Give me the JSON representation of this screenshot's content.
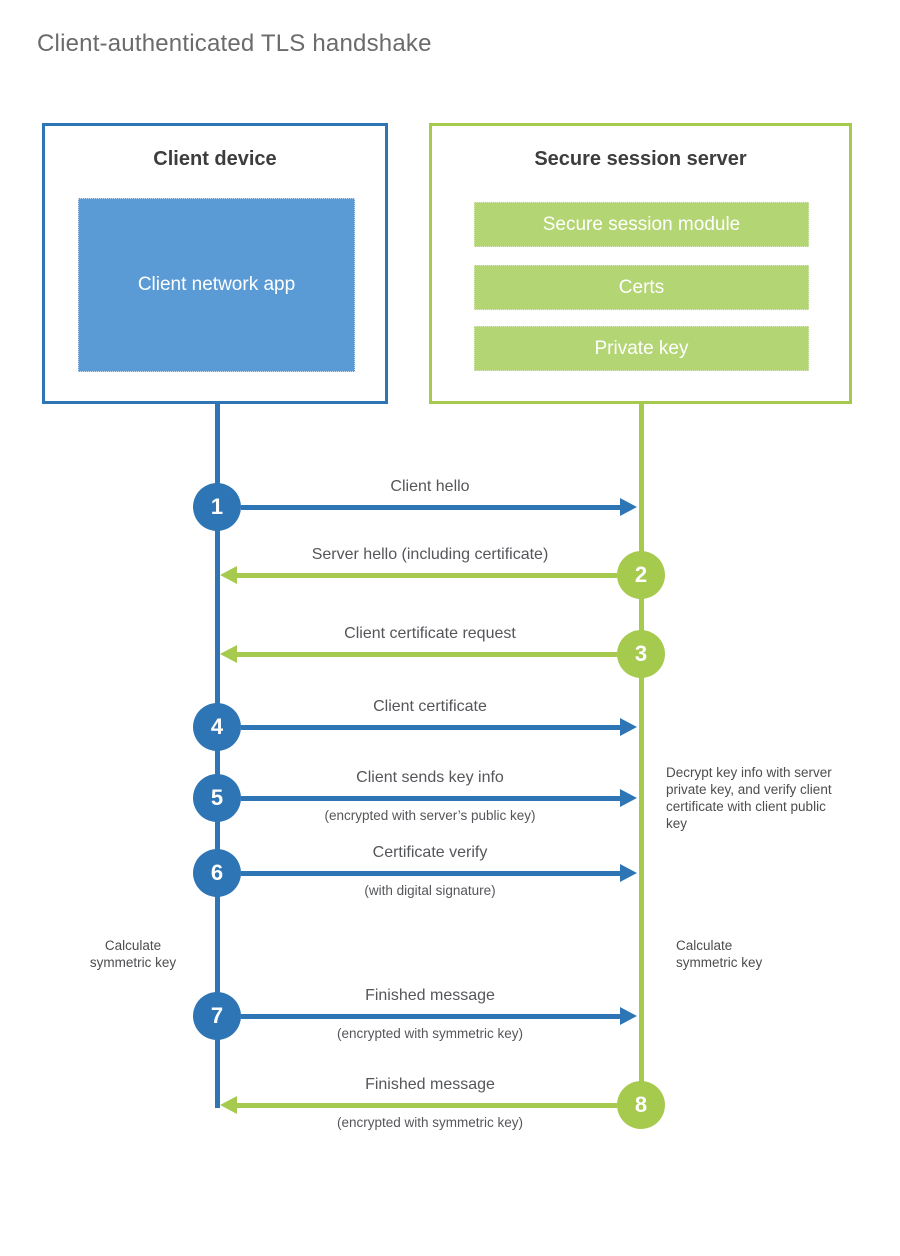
{
  "title": "Client-authenticated TLS handshake",
  "colors": {
    "blue": "#2e75b6",
    "blue_fill": "#5b9bd5",
    "green": "#a5ca4e",
    "green_fill": "#b3d573",
    "heading_text": "#3d3d3d",
    "label_text": "#55565a",
    "title_text": "#6b6b6b"
  },
  "client_box": {
    "title": "Client device",
    "app_label": "Client network app"
  },
  "server_box": {
    "title": "Secure session server",
    "modules": [
      "Secure session module",
      "Certs",
      "Private key"
    ]
  },
  "sequence": {
    "steps": [
      {
        "number": "1",
        "from": "client",
        "label": "Client hello",
        "sublabel": ""
      },
      {
        "number": "2",
        "from": "server",
        "label": "Server hello (including certificate)",
        "sublabel": ""
      },
      {
        "number": "3",
        "from": "server",
        "label": "Client certificate request",
        "sublabel": ""
      },
      {
        "number": "4",
        "from": "client",
        "label": "Client certificate",
        "sublabel": ""
      },
      {
        "number": "5",
        "from": "client",
        "label": "Client sends key info",
        "sublabel": "(encrypted with server’s public key)"
      },
      {
        "number": "6",
        "from": "client",
        "label": "Certificate verify",
        "sublabel": "(with digital signature)"
      },
      {
        "number": "7",
        "from": "client",
        "label": "Finished message",
        "sublabel": "(encrypted with symmetric key)"
      },
      {
        "number": "8",
        "from": "server",
        "label": "Finished message",
        "sublabel": "(encrypted with symmetric key)"
      }
    ],
    "notes": {
      "decrypt": "Decrypt key info with server private key, and verify client certificate with client public key",
      "calc_client": "Calculate symmetric key",
      "calc_server": "Calculate symmetric key"
    }
  }
}
